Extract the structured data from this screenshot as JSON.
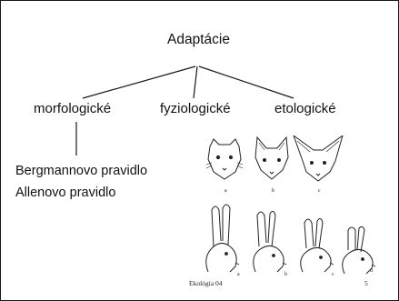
{
  "diagram": {
    "root": "Adaptácie",
    "children": [
      "morfologické",
      "fyziologické",
      "etologické"
    ],
    "rules": [
      "Bergmannovo pravidlo",
      "Allenovo pravidlo"
    ]
  },
  "illustration": {
    "fox_labels": [
      "a",
      "b",
      "c"
    ],
    "rabbit_labels": [
      "a",
      "b",
      "c",
      "d"
    ],
    "caption": "Ekológia 04",
    "page_number": "5"
  },
  "colors": {
    "line": "#1a1a1a",
    "border": "#1a1a1a",
    "background": "#ffffff"
  }
}
